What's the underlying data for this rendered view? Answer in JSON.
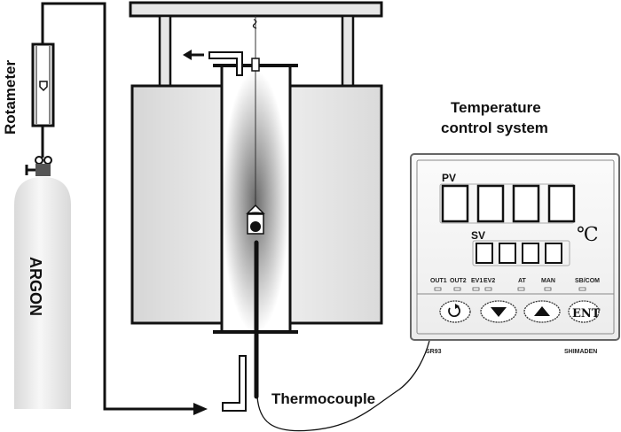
{
  "labels": {
    "rotameter": "Rotameter",
    "argon": "ARGON",
    "thermocouple": "Thermocouple",
    "temp_control_line1": "Temperature",
    "temp_control_line2": "control system"
  },
  "controller": {
    "pv_label": "PV",
    "sv_label": "SV",
    "unit": "℃",
    "indicators": [
      "OUT1",
      "OUT2",
      "EV1",
      "EV2",
      "AT",
      "MAN",
      "SB/COM"
    ],
    "buttons": [
      {
        "name": "cycle-button",
        "icon": "cycle-icon"
      },
      {
        "name": "down-button",
        "icon": "triangle-down-icon"
      },
      {
        "name": "up-button",
        "icon": "triangle-up-icon"
      },
      {
        "name": "ent-button",
        "label": "ENT"
      }
    ],
    "model": "SR93",
    "brand": "SHIMADEN"
  },
  "colors": {
    "line": "#111111",
    "furnace_fill": "#e6e6e6",
    "cylinder_fill": "#ececec",
    "valve": "#555555"
  }
}
